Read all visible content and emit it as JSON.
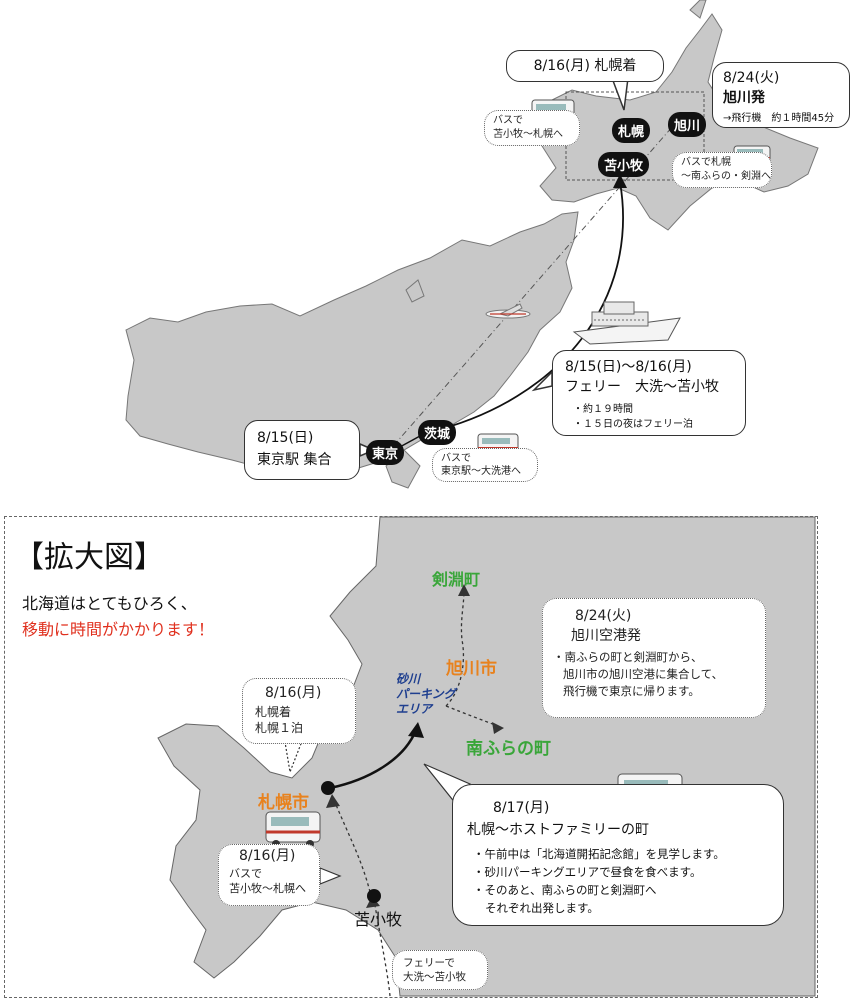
{
  "top_map": {
    "callout_sapporo_arrive": "8/16(月) 札幌着",
    "callout_asahikawa_depart": {
      "date": "8/24(火)",
      "title": "旭川発",
      "detail": "→飛行機　約１時間45分"
    },
    "note_bus_tomakomai_sapporo": [
      "バスで",
      "苫小牧〜札幌へ"
    ],
    "note_bus_sapporo_furano": [
      "バスで札幌",
      "〜南ふらの・剣淵へ"
    ],
    "callout_ferry": {
      "date": "8/15(日)〜8/16(月)",
      "title": "フェリー　大洗〜苫小牧",
      "bullets": [
        "・約１９時間",
        "・１５日の夜はフェリー泊"
      ]
    },
    "callout_tokyo": {
      "date": "8/15(日)",
      "title": "東京駅 集合"
    },
    "note_bus_tokyo_oarai": [
      "バスで",
      "東京駅〜大洗港へ"
    ],
    "pins": {
      "sapporo": "札幌",
      "asahikawa": "旭川",
      "tomakomai": "苫小牧",
      "tokyo": "東京",
      "ibaraki": "茨城"
    }
  },
  "detail_map": {
    "title": "【拡大図】",
    "intro_line1": "北海道はとてもひろく、",
    "intro_line2": "移動に時間がかかります！",
    "places": {
      "kembuchi": "剣淵町",
      "asahikawa": "旭川市",
      "sunagawa": [
        "砂川",
        "パーキング",
        "エリア"
      ],
      "minamifurano": "南ふらの町",
      "sapporo": "札幌市",
      "tomakomai": "苫小牧"
    },
    "callout_asahikawa_airport": {
      "date": "8/24(火)",
      "title": "旭川空港発",
      "lines": [
        "・南ふらの町と剣淵町から、",
        "旭川市の旭川空港に集合して、",
        "飛行機で東京に帰ります。"
      ]
    },
    "callout_sapporo_stay": {
      "date": "8/16(月)",
      "lines": [
        "札幌着",
        "札幌１泊"
      ]
    },
    "callout_host_family": {
      "date": "8/17(月)",
      "title": "札幌〜ホストファミリーの町",
      "lines": [
        "・午前中は「北海道開拓記念館」を見学します。",
        "・砂川パーキングエリアで昼食を食べます。",
        "・そのあと、南ふらの町と剣淵町へ",
        "それぞれ出発します。"
      ]
    },
    "callout_bus_tomakomai": {
      "date": "8/16(月)",
      "lines": [
        "バスで",
        "苫小牧〜札幌へ"
      ]
    },
    "note_ferry": [
      "フェリーで",
      "大洗〜苫小牧"
    ],
    "colors": {
      "orange": "#e8821e",
      "green": "#3aa63a",
      "blue": "#1f3f8f",
      "red": "#e0301e",
      "land": "#c8c8c8"
    }
  }
}
